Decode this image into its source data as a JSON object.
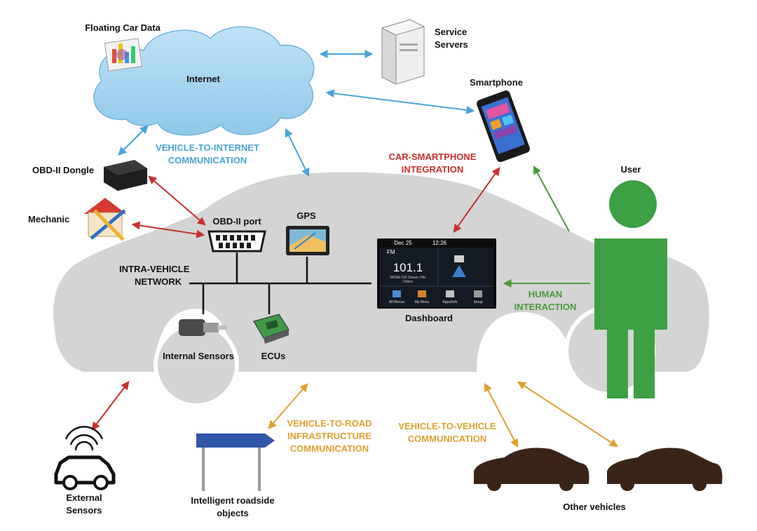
{
  "labels": {
    "floating_car_data": "Floating Car Data",
    "internet": "Internet",
    "service_servers_1": "Service",
    "service_servers_2": "Servers",
    "smartphone": "Smartphone",
    "v2i_1": "VEHICLE-TO-INTERNET",
    "v2i_2": "COMMUNICATION",
    "car_smartphone_1": "CAR-SMARTPHONE",
    "car_smartphone_2": "INTEGRATION",
    "user": "User",
    "obd_dongle": "OBD-II Dongle",
    "mechanic": "Mechanic",
    "obd_port": "OBD-II port",
    "gps": "GPS",
    "intra_1": "INTRA-VEHICLE",
    "intra_2": "NETWORK",
    "dashboard": "Dashboard",
    "human_1": "HUMAN",
    "human_2": "INTERACTION",
    "internal_sensors": "Internal Sensors",
    "ecus": "ECUs",
    "external_sensors_1": "External",
    "external_sensors_2": "Sensors",
    "roadside_1": "Intelligent roadside",
    "roadside_2": "objects",
    "v2r_1": "VEHICLE-TO-ROAD",
    "v2r_2": "INFRASTRUCTURE",
    "v2r_3": "COMMUNICATION",
    "v2v_1": "VEHICLE-TO-VEHICLE",
    "v2v_2": "COMMUNICATION",
    "other_vehicles": "Other vehicles"
  },
  "dashboard_screen": {
    "date": "Dec 25",
    "time": "12:26",
    "fm": "FM",
    "frequency": "101.1",
    "station_1": "WDRE FM Classic Hits",
    "station_2": "Oldies",
    "menu_all": "All Menus",
    "menu_my": "My Menu",
    "menu_apps": "Apps/Info",
    "menu_setup": "Setup"
  },
  "colors": {
    "blue": "#4aa3d6",
    "red": "#c8302e",
    "green": "#4c9a3a",
    "orange": "#e0a030",
    "car_body": "#d4d4d4",
    "user_figure": "#3da043",
    "other_vehicles": "#3a2418"
  }
}
